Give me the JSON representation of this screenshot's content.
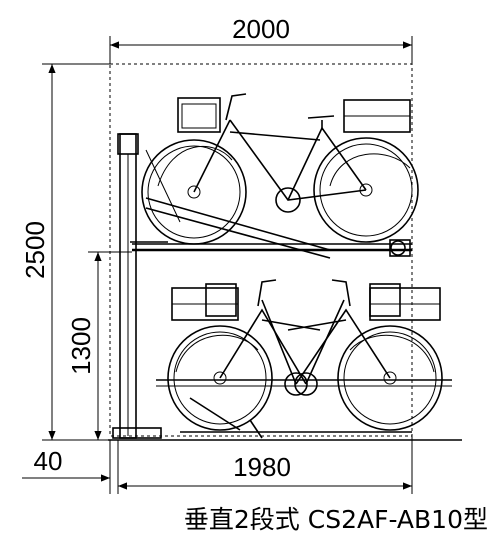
{
  "dimensions": {
    "top_width": "2000",
    "total_height": "2500",
    "lower_height": "1300",
    "base_offset": "40",
    "bottom_width": "1980"
  },
  "caption": "垂直2段式 CS2AF-AB10型"
}
